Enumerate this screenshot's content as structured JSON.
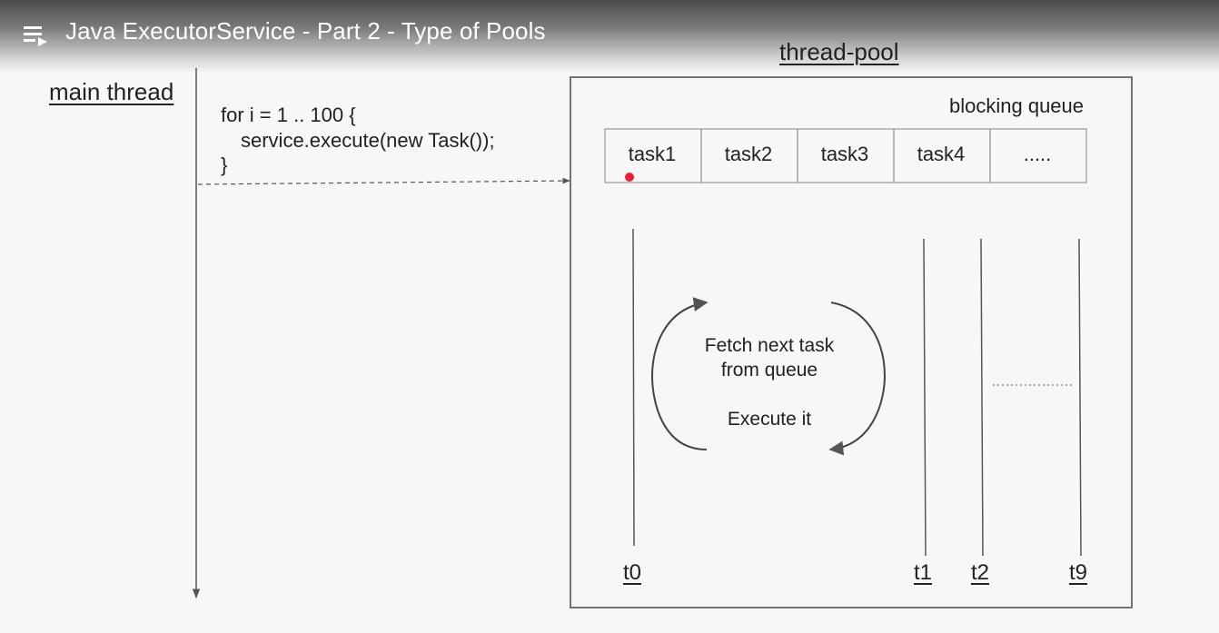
{
  "header": {
    "title": "Java ExecutorService - Part 2 - Type of Pools",
    "menu_icon": "playlist-icon"
  },
  "diagram": {
    "main_thread_label": "main thread",
    "code_lines": [
      "for i = 1 .. 100 {",
      "service.execute(new Task());",
      "}"
    ],
    "pool_label": "thread-pool",
    "queue_label": "blocking queue",
    "queue_cells": [
      "task1",
      "task2",
      "task3",
      "task4",
      "....."
    ],
    "loop_text": [
      "Fetch next task",
      "from queue",
      "Execute it"
    ],
    "threads": [
      "t0",
      "t1",
      "t2",
      "t9"
    ],
    "colors": {
      "stroke": "#555555",
      "cell_border": "#999999",
      "pointer_dot": "#e8203a",
      "title_text": "#ffffff"
    }
  }
}
